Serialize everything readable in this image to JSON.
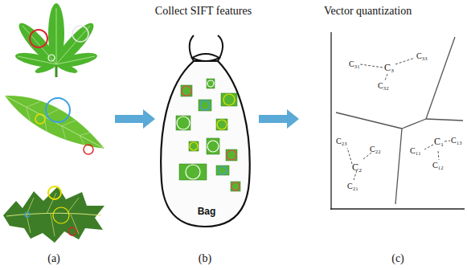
{
  "diagram": {
    "nodes": [
      {
        "text": [
          "Bag"
        ]
      }
    ],
    "labels": [
      "Collect SIFT features",
      "Vector quantization",
      "C₃₁",
      "C₃",
      "C₃₃",
      "C₃₂",
      "C₂₃",
      "C₂₂",
      "C₁₁",
      "C₁",
      "C₁₃",
      "C₂",
      "C₁₂",
      "C₂₁",
      "(a)",
      "(b)",
      "(c)"
    ]
  }
}
